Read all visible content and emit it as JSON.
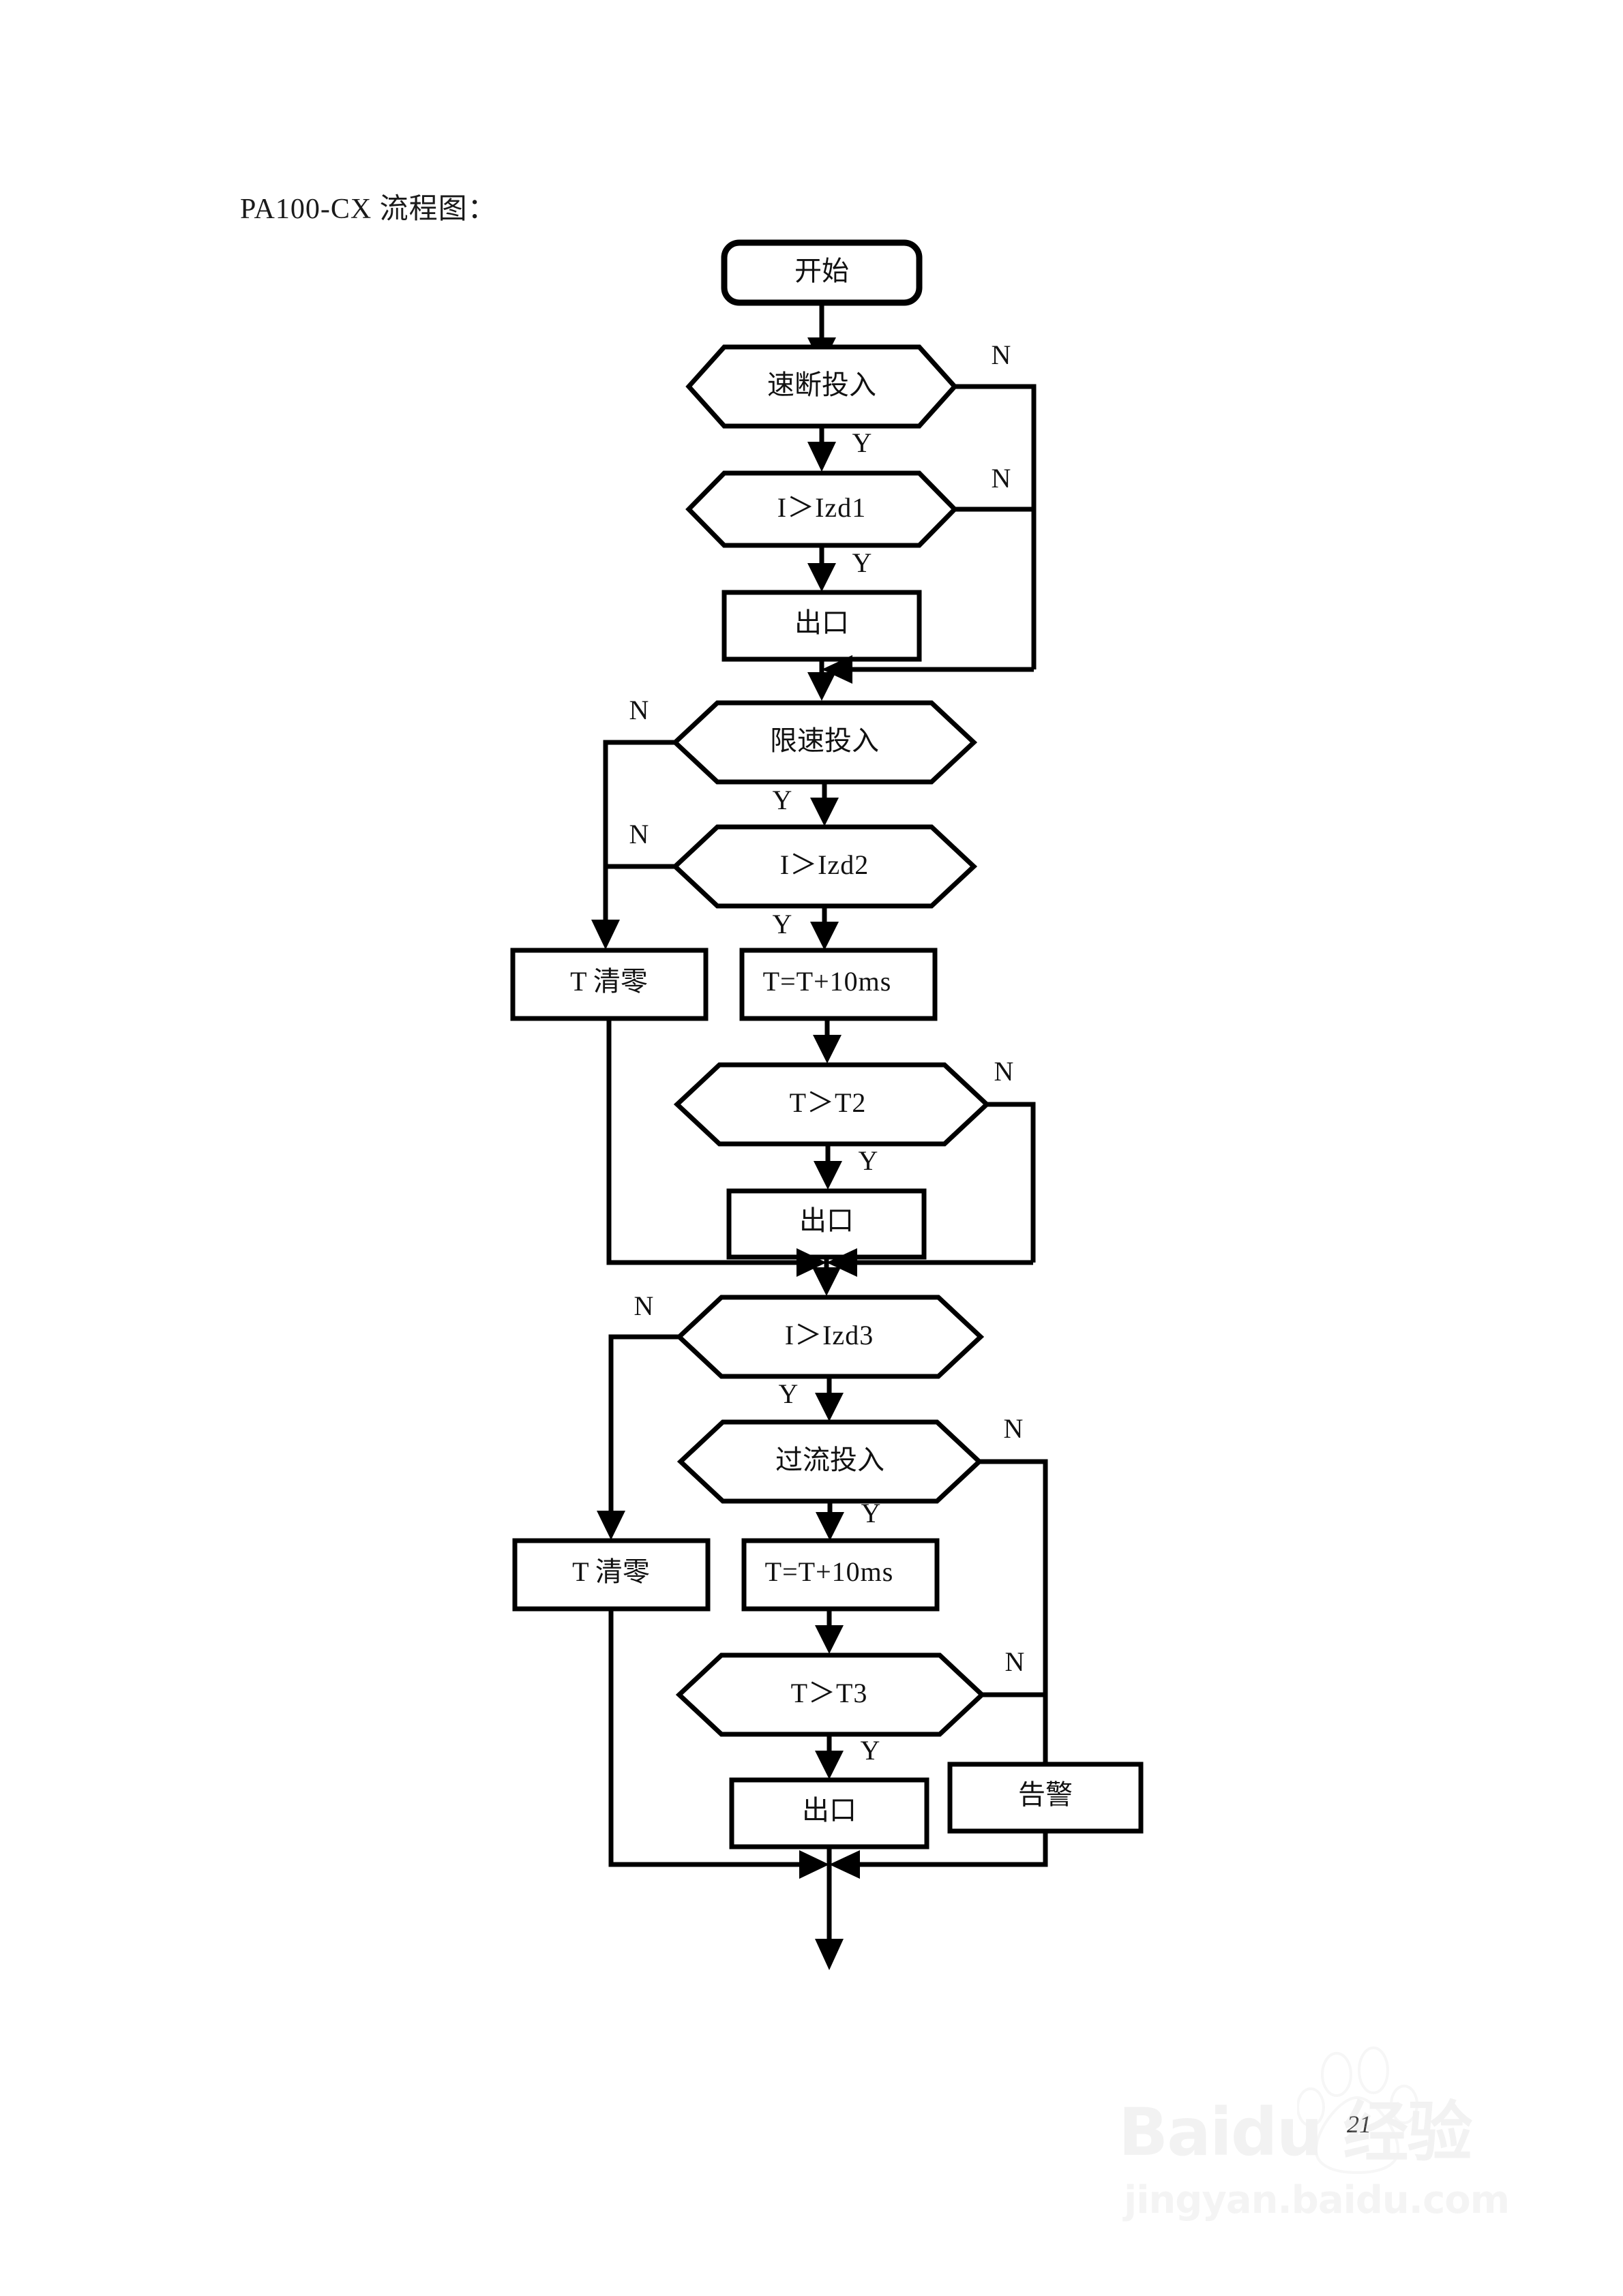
{
  "document": {
    "title": "PA100-CX 流程图：",
    "page_number": "21"
  },
  "watermark": {
    "brand": "Baidu 经验",
    "url": "jingyan.baidu.com",
    "paw_icon": "baidu-paw-icon"
  },
  "flowchart": {
    "type": "flowchart",
    "title": "PA100-CX 流程图：",
    "nodes": [
      {
        "id": "start",
        "label": "开始",
        "shape": "rounded-rectangle"
      },
      {
        "id": "sd_enable",
        "label": "速断投入",
        "shape": "hexagon"
      },
      {
        "id": "i_gt_izd1",
        "label": "I＞Izd1",
        "shape": "hexagon"
      },
      {
        "id": "exit1",
        "label": "出口",
        "shape": "rectangle"
      },
      {
        "id": "xs_enable",
        "label": "限速投入",
        "shape": "hexagon"
      },
      {
        "id": "i_gt_izd2",
        "label": "I＞Izd2",
        "shape": "hexagon"
      },
      {
        "id": "t_clear1",
        "label": "T 清零",
        "shape": "rectangle"
      },
      {
        "id": "t_inc1",
        "label": "T=T+10ms",
        "shape": "rectangle"
      },
      {
        "id": "t_gt_t2",
        "label": "T＞T2",
        "shape": "hexagon"
      },
      {
        "id": "exit2",
        "label": "出口",
        "shape": "rectangle"
      },
      {
        "id": "i_gt_izd3",
        "label": "I＞Izd3",
        "shape": "hexagon"
      },
      {
        "id": "gl_enable",
        "label": "过流投入",
        "shape": "hexagon"
      },
      {
        "id": "t_clear2",
        "label": "T 清零",
        "shape": "rectangle"
      },
      {
        "id": "t_inc2",
        "label": "T=T+10ms",
        "shape": "rectangle"
      },
      {
        "id": "t_gt_t3",
        "label": "T＞T3",
        "shape": "hexagon"
      },
      {
        "id": "exit3",
        "label": "出口",
        "shape": "rectangle"
      },
      {
        "id": "alarm",
        "label": "告警",
        "shape": "rectangle"
      }
    ],
    "edges": [
      {
        "from": "start",
        "to": "sd_enable",
        "label": ""
      },
      {
        "from": "sd_enable",
        "to": "i_gt_izd1",
        "label": "Y"
      },
      {
        "from": "sd_enable",
        "to": "merge1",
        "label": "N"
      },
      {
        "from": "i_gt_izd1",
        "to": "exit1",
        "label": "Y"
      },
      {
        "from": "i_gt_izd1",
        "to": "merge1",
        "label": "N"
      },
      {
        "from": "exit1",
        "to": "xs_enable",
        "label": ""
      },
      {
        "from": "xs_enable",
        "to": "i_gt_izd2",
        "label": "Y"
      },
      {
        "from": "xs_enable",
        "to": "t_clear1",
        "label": "N"
      },
      {
        "from": "i_gt_izd2",
        "to": "t_inc1",
        "label": "Y"
      },
      {
        "from": "i_gt_izd2",
        "to": "t_clear1",
        "label": "N"
      },
      {
        "from": "t_inc1",
        "to": "t_gt_t2",
        "label": ""
      },
      {
        "from": "t_gt_t2",
        "to": "exit2",
        "label": "Y"
      },
      {
        "from": "t_gt_t2",
        "to": "merge2",
        "label": "N"
      },
      {
        "from": "t_clear1",
        "to": "merge2",
        "label": ""
      },
      {
        "from": "exit2",
        "to": "i_gt_izd3",
        "label": ""
      },
      {
        "from": "i_gt_izd3",
        "to": "gl_enable",
        "label": "Y"
      },
      {
        "from": "i_gt_izd3",
        "to": "t_clear2",
        "label": "N"
      },
      {
        "from": "gl_enable",
        "to": "t_inc2",
        "label": "Y"
      },
      {
        "from": "gl_enable",
        "to": "alarm",
        "label": "N"
      },
      {
        "from": "t_inc2",
        "to": "t_gt_t3",
        "label": ""
      },
      {
        "from": "t_gt_t3",
        "to": "exit3",
        "label": "Y"
      },
      {
        "from": "t_gt_t3",
        "to": "alarm",
        "label": "N"
      },
      {
        "from": "t_clear2",
        "to": "merge3",
        "label": ""
      },
      {
        "from": "exit3",
        "to": "merge3",
        "label": ""
      },
      {
        "from": "alarm",
        "to": "merge3",
        "label": ""
      }
    ],
    "branch_labels": {
      "yes": "Y",
      "no": "N"
    }
  }
}
